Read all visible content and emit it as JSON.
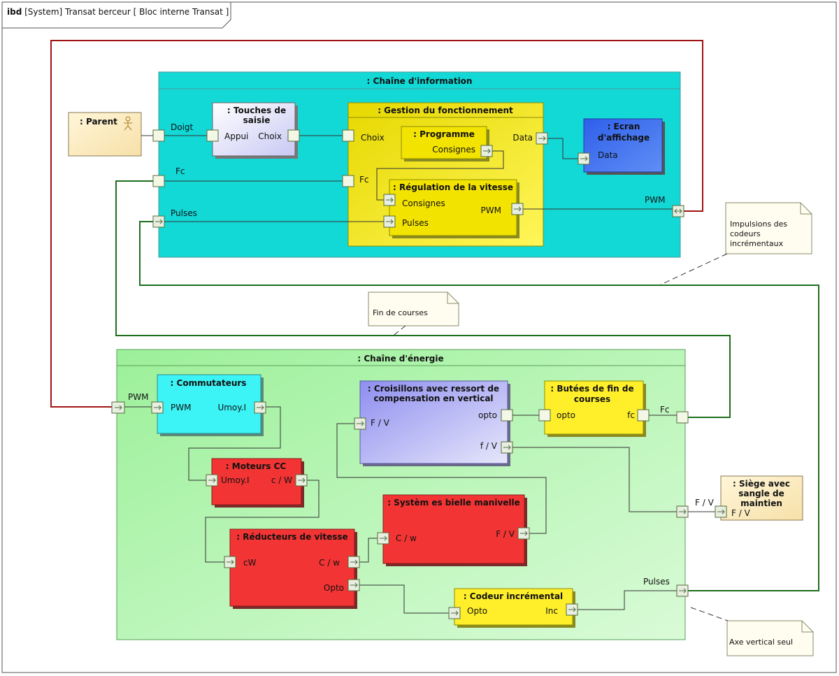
{
  "frame": {
    "prefix": "ibd",
    "title": "[System] Transat berceur [ Bloc interne Transat ]"
  },
  "colors": {
    "info_chain": "#12d8d6",
    "energy_chain": "#a4f3a0",
    "yellow": "#ffeb2a",
    "red": "#f23434",
    "blue": "#3d6ef0",
    "red_wire": "#a11313",
    "green_wire": "#1e6e1e"
  },
  "info_chain": {
    "title": ": Chaîne d'information",
    "ports": {
      "doigt": "Doigt",
      "fc": "Fc",
      "pulses": "Pulses",
      "pwm": "PWM"
    },
    "touches": {
      "title1": ": Touches de",
      "title2": "saisie",
      "appui": "Appui",
      "choix": "Choix"
    },
    "gestion": {
      "title": ": Gestion du fonctionnement",
      "choix": "Choix",
      "fc": "Fc",
      "data": "Data",
      "programme": {
        "title": ": Programme",
        "consignes": "Consignes"
      },
      "regulation": {
        "title": ": Régulation de la vitesse",
        "consignes": "Consignes",
        "pulses": "Pulses",
        "pwm": "PWM"
      }
    },
    "ecran": {
      "title1": ": Ecran",
      "title2": "d'affichage",
      "data": "Data"
    }
  },
  "parent": {
    "title": ": Parent"
  },
  "notes": {
    "impulsions": [
      "Impulsions des",
      "codeurs",
      "incrémentaux"
    ],
    "fin_courses": "Fin de courses",
    "axe": "Axe vertical seul"
  },
  "energy_chain": {
    "title": ": Chaîne d'énergie",
    "ports": {
      "pwm": "PWM",
      "fc": "Fc",
      "fv": "F / V",
      "pulses": "Pulses"
    },
    "commutateurs": {
      "title": ": Commutateurs",
      "pwm": "PWM",
      "umoy": "Umoy.I"
    },
    "moteurs": {
      "title": ": Moteurs CC",
      "umoy": "Umoy.I",
      "cw": "c / W"
    },
    "reducteurs": {
      "title": ": Réducteurs de vitesse",
      "cw_in": "cW",
      "cw_out": "C / w",
      "opto": "Opto"
    },
    "bielle": {
      "title": ": Systèm es bielle manivelle",
      "cw": "C / w",
      "fv": "F / V"
    },
    "croisillons": {
      "title1": ": Croisillons avec ressort de",
      "title2": "compensation en vertical",
      "fv": "F / V",
      "opto": "opto",
      "fv2": "f / V"
    },
    "butees": {
      "title1": ": Butées de fin de",
      "title2": "courses",
      "opto": "opto",
      "fc": "fc"
    },
    "codeur": {
      "title": ": Codeur incrémental",
      "opto": "Opto",
      "inc": "Inc"
    }
  },
  "siege": {
    "title1": ": Siège avec",
    "title2": "sangle de",
    "title3": "maintien",
    "fv": "F / V"
  }
}
